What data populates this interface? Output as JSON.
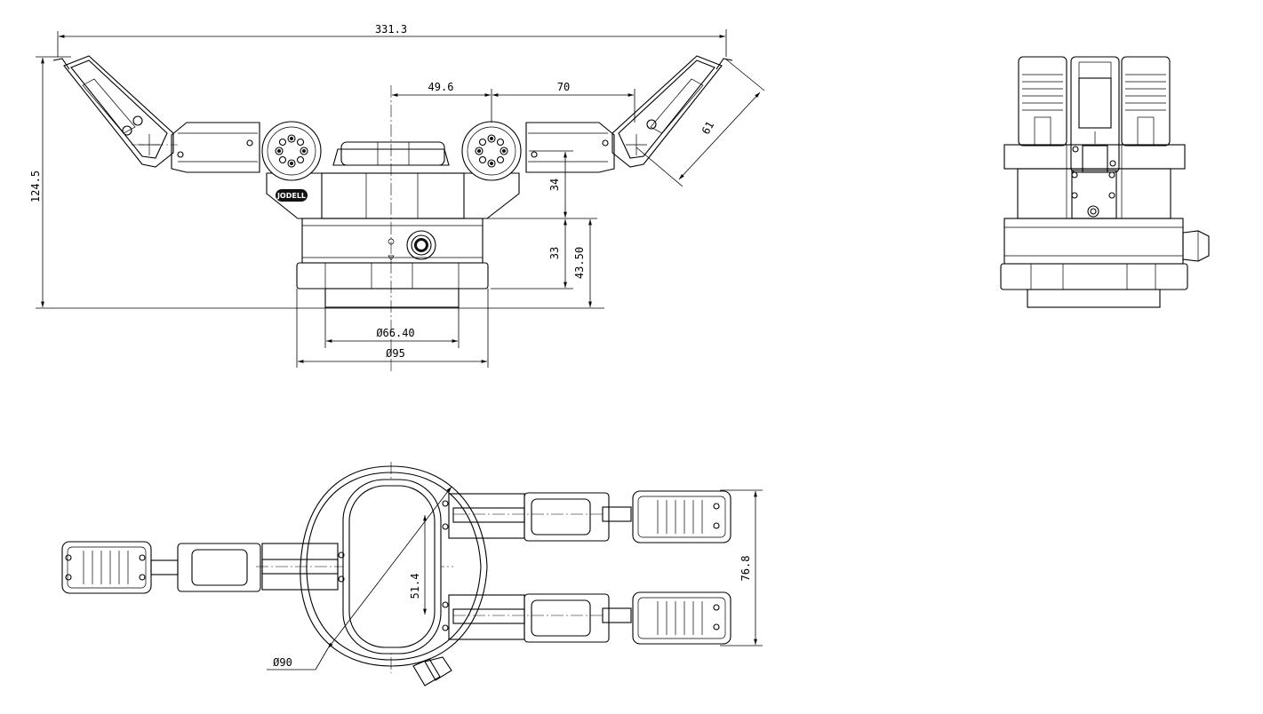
{
  "drawing": {
    "dimensions": {
      "overall_width": "331.3",
      "overall_height": "124.5",
      "center_to_joint": "49.6",
      "joint_to_joint": "70",
      "finger_length": "61",
      "joint_height": "34",
      "base_height": "33",
      "body_height": "43.50",
      "bore_diameter": "Ø66.40",
      "flange_diameter": "Ø95",
      "finger_spacing": "51.4",
      "finger_span": "76.8",
      "body_diameter": "Ø90"
    },
    "logo": "JODELL"
  }
}
